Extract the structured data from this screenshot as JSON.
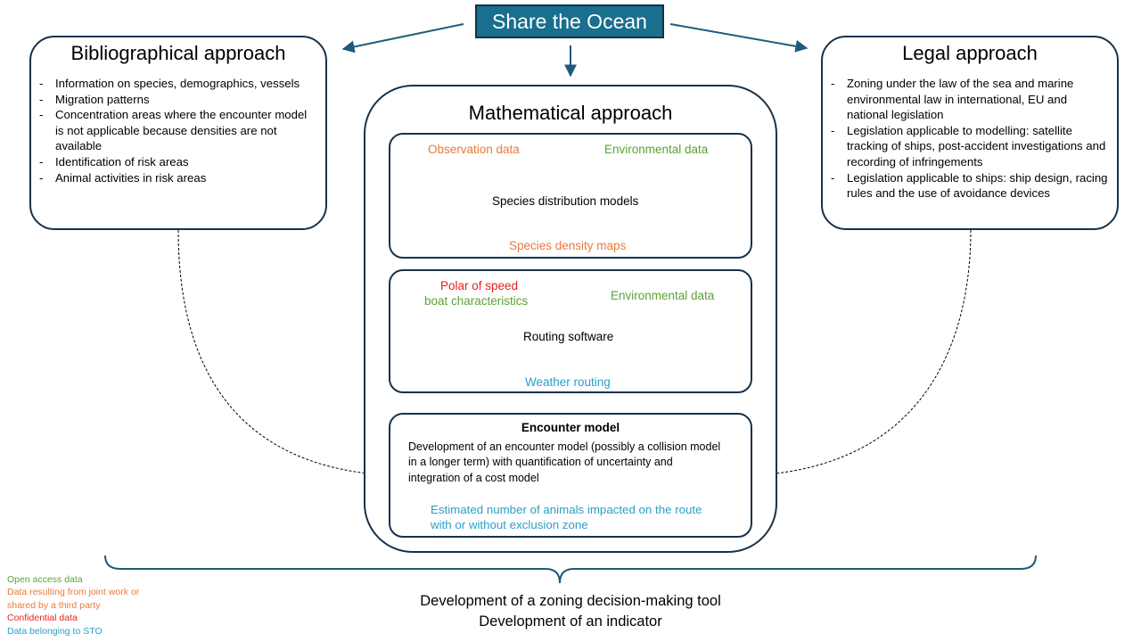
{
  "title": "Share the Ocean",
  "bibliographical": {
    "title": "Bibliographical approach",
    "items": [
      "Information on species, demographics, vessels",
      "Migration patterns",
      "Concentration areas where the encounter model is not applicable because densities are not available",
      "Identification of risk areas",
      "Animal activities in risk areas"
    ]
  },
  "legal": {
    "title": "Legal approach",
    "items": [
      "Zoning under the law of the sea and marine environmental law in international, EU and national legislation",
      "Legislation applicable to modelling: satellite tracking of ships, post-accident investigations and recording of infringements",
      "Legislation applicable to ships: ship design, racing rules and the use of avoidance devices"
    ]
  },
  "mathematical": {
    "title": "Mathematical approach",
    "distribution": {
      "observation": "Observation data",
      "environmental": "Environmental data",
      "model": "Species distribution models",
      "output": "Species density maps"
    },
    "routing": {
      "polar": "Polar of speed",
      "boat": "boat characteristics",
      "environmental": "Environmental data",
      "software": "Routing software",
      "output": "Weather routing"
    },
    "encounter": {
      "title": "Encounter model",
      "description": "Development of an encounter model (possibly a collision model in a longer term) with quantification of uncertainty and integration of a cost model",
      "output": "Estimated number of animals impacted on the route with or without exclusion zone"
    }
  },
  "legend": {
    "open": "Open access data",
    "joint": "Data resulting from joint work or shared by a third party",
    "confidential": "Confidential data",
    "sto": "Data belonging to STO"
  },
  "outcomes": {
    "line1": "Development of a zoning decision-making tool",
    "line2": "Development of an indicator"
  },
  "colors": {
    "title_fill": "#1a6e8e",
    "arrow": "#1f5a7a",
    "border": "#17324a",
    "open_access": "#5aa332",
    "third_party": "#e87b3a",
    "confidential": "#e8211b",
    "sto": "#2aa0c8"
  }
}
